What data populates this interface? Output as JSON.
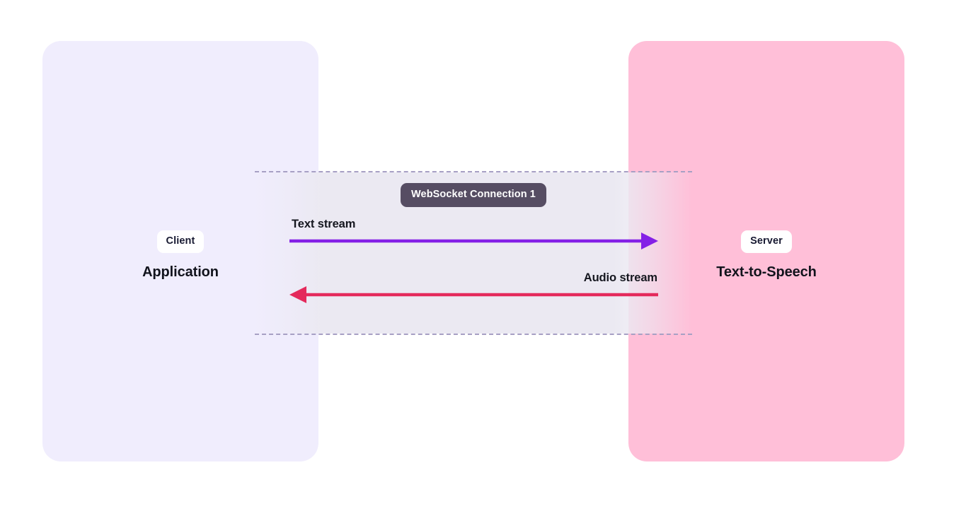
{
  "diagram": {
    "type": "sequence-flow",
    "title": "",
    "background_color": "#FFFFFF",
    "client": {
      "badge": "Client",
      "title": "Application",
      "panel_color": "#F0EDFD",
      "badge_bg": "#FFFFFF",
      "badge_text_color": "#181A32"
    },
    "server": {
      "badge": "Server",
      "title": "Text-to-Speech",
      "panel_color": "#FFBFD8",
      "badge_bg": "#FFFFFF",
      "badge_text_color": "#181A32"
    },
    "connection": {
      "label": "WebSocket Connection 1",
      "pill_color": "#564D63",
      "pill_text_color": "#FFFFFF",
      "band_color": "#EBE9F2",
      "dash_color": "#A7A0C4"
    },
    "flows": [
      {
        "label": "Text stream",
        "direction": "client-to-server",
        "color": "#8420E6",
        "label_color": "#15171F",
        "label_align": "left"
      },
      {
        "label": "Audio stream",
        "direction": "server-to-client",
        "color": "#E42A5C",
        "label_color": "#15171F",
        "label_align": "right"
      }
    ]
  }
}
